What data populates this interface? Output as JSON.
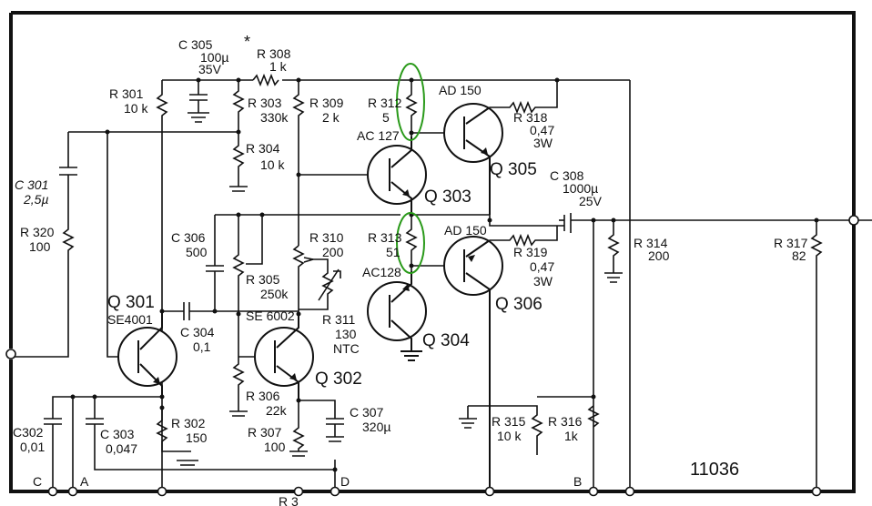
{
  "components": {
    "c305": {
      "ref": "C 305",
      "v1": "100µ",
      "v2": "35V"
    },
    "r308": {
      "ref": "R 308",
      "v1": "1 k",
      "mark": "*"
    },
    "r301": {
      "ref": "R 301",
      "v1": "10 k"
    },
    "r303": {
      "ref": "R 303",
      "v1": "330k"
    },
    "r309": {
      "ref": "R 309",
      "v1": "2 k"
    },
    "r312": {
      "ref": "R 312",
      "v1": "5"
    },
    "r304": {
      "ref": "R 304",
      "v1": "10 k"
    },
    "c301": {
      "ref": "C 301",
      "v1": "2,5µ"
    },
    "r320": {
      "ref": "R 320",
      "v1": "100"
    },
    "c306": {
      "ref": "C 306",
      "v1": "500"
    },
    "r310": {
      "ref": "R 310",
      "v1": "200"
    },
    "r313": {
      "ref": "R 313",
      "v1": "51"
    },
    "r305": {
      "ref": "R 305",
      "v1": "250k"
    },
    "r311": {
      "ref": "R 311",
      "v1": "130",
      "v2": "NTC"
    },
    "c304": {
      "ref": "C 304",
      "v1": "0,1"
    },
    "r306": {
      "ref": "R 306",
      "v1": "22k"
    },
    "c307": {
      "ref": "C 307",
      "v1": "320µ"
    },
    "r307": {
      "ref": "R 307",
      "v1": "100"
    },
    "c302": {
      "ref": "C302",
      "v1": "0,01"
    },
    "c303": {
      "ref": "C 303",
      "v1": "0,047"
    },
    "r302": {
      "ref": "R 302",
      "v1": "150"
    },
    "r318": {
      "ref": "R 318",
      "v1": "0,47",
      "v2": "3W"
    },
    "r319": {
      "ref": "R 319",
      "v1": "0,47",
      "v2": "3W"
    },
    "c308": {
      "ref": "C 308",
      "v1": "1000µ",
      "v2": "25V"
    },
    "r314": {
      "ref": "R 314",
      "v1": "200"
    },
    "r317": {
      "ref": "R 317",
      "v1": "82"
    },
    "r315": {
      "ref": "R 315",
      "v1": "10 k"
    },
    "r316": {
      "ref": "R 316",
      "v1": "1k"
    },
    "r3": {
      "ref": "R 3"
    }
  },
  "transistors": {
    "q301": {
      "ref": "Q 301",
      "type": "SE4001"
    },
    "q302": {
      "ref": "Q 302",
      "type": "SE 6002"
    },
    "q303": {
      "ref": "Q 303",
      "type": "AC 127"
    },
    "q304": {
      "ref": "Q 304",
      "type": "AC128"
    },
    "q305": {
      "ref": "Q 305",
      "type": "AD 150"
    },
    "q306": {
      "ref": "Q 306",
      "type": "AD 150"
    }
  },
  "terminals": {
    "c": "C",
    "a": "A",
    "d": "D",
    "b": "B"
  },
  "drawing_number": "11036",
  "highlight_color": "#2a9a1a"
}
